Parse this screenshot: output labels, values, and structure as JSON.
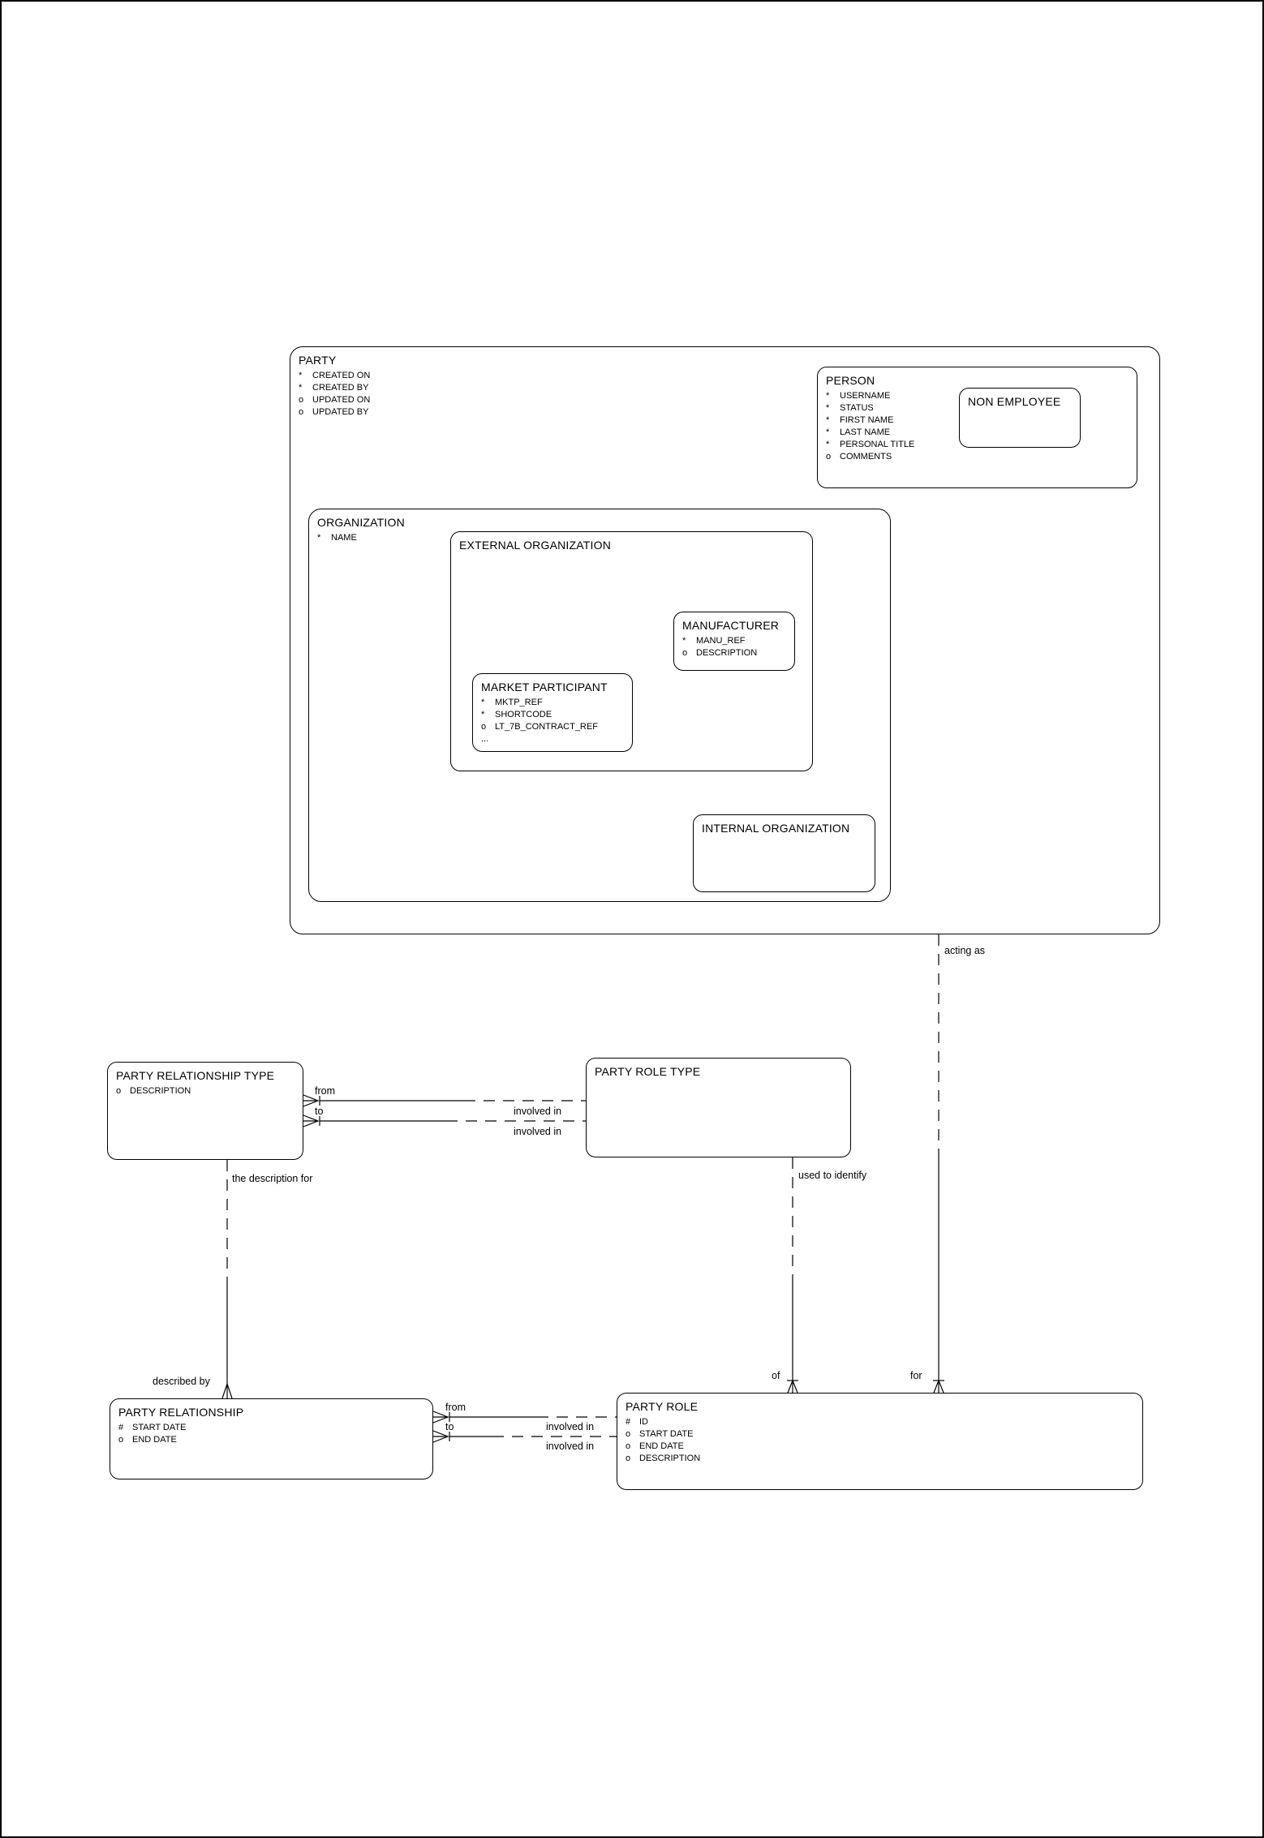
{
  "diagram": {
    "entities": {
      "party": {
        "title": "PARTY",
        "attributes": [
          {
            "prefix": "*",
            "name": "CREATED ON"
          },
          {
            "prefix": "*",
            "name": "CREATED BY"
          },
          {
            "prefix": "o",
            "name": "UPDATED ON"
          },
          {
            "prefix": "o",
            "name": "UPDATED BY"
          }
        ]
      },
      "person": {
        "title": "PERSON",
        "attributes": [
          {
            "prefix": "*",
            "name": "USERNAME"
          },
          {
            "prefix": "*",
            "name": "STATUS"
          },
          {
            "prefix": "*",
            "name": "FIRST NAME"
          },
          {
            "prefix": "*",
            "name": "LAST NAME"
          },
          {
            "prefix": "*",
            "name": "PERSONAL TITLE"
          },
          {
            "prefix": "o",
            "name": "COMMENTS"
          }
        ]
      },
      "non_employee": {
        "title": "NON EMPLOYEE"
      },
      "organization": {
        "title": "ORGANIZATION",
        "attributes": [
          {
            "prefix": "*",
            "name": "NAME"
          }
        ]
      },
      "external_organization": {
        "title": "EXTERNAL ORGANIZATION"
      },
      "manufacturer": {
        "title": "MANUFACTURER",
        "attributes": [
          {
            "prefix": "*",
            "name": "MANU_REF"
          },
          {
            "prefix": "o",
            "name": "DESCRIPTION"
          }
        ]
      },
      "market_participant": {
        "title": "MARKET PARTICIPANT",
        "attributes": [
          {
            "prefix": "*",
            "name": "MKTP_REF"
          },
          {
            "prefix": "*",
            "name": "SHORTCODE"
          },
          {
            "prefix": "o",
            "name": "LT_7B_CONTRACT_REF"
          },
          {
            "prefix": "...",
            "name": ""
          }
        ]
      },
      "internal_organization": {
        "title": "INTERNAL ORGANIZATION"
      },
      "party_relationship_type": {
        "title": "PARTY RELATIONSHIP TYPE",
        "attributes": [
          {
            "prefix": "o",
            "name": "DESCRIPTION"
          }
        ]
      },
      "party_role_type": {
        "title": "PARTY ROLE TYPE"
      },
      "party_relationship": {
        "title": "PARTY RELATIONSHIP",
        "attributes": [
          {
            "prefix": "#",
            "name": "START DATE"
          },
          {
            "prefix": "o",
            "name": "END DATE"
          }
        ]
      },
      "party_role": {
        "title": "PARTY ROLE",
        "attributes": [
          {
            "prefix": "#",
            "name": "ID"
          },
          {
            "prefix": "o",
            "name": "START DATE"
          },
          {
            "prefix": "o",
            "name": "END DATE"
          },
          {
            "prefix": "o",
            "name": "DESCRIPTION"
          }
        ]
      }
    },
    "labels": {
      "acting_as": "acting as",
      "for": "for",
      "of": "of",
      "used_to_identify": "used to identify",
      "the_description_for": "the description for",
      "described_by": "described by",
      "from_top": "from",
      "to_top": "to",
      "involved_in_top_1": "involved in",
      "involved_in_top_2": "involved in",
      "from_bottom": "from",
      "to_bottom": "to",
      "involved_in_bottom_1": "involved in",
      "involved_in_bottom_2": "involved in"
    },
    "colors": {
      "line": "#000000",
      "background": "#ffffff"
    }
  }
}
